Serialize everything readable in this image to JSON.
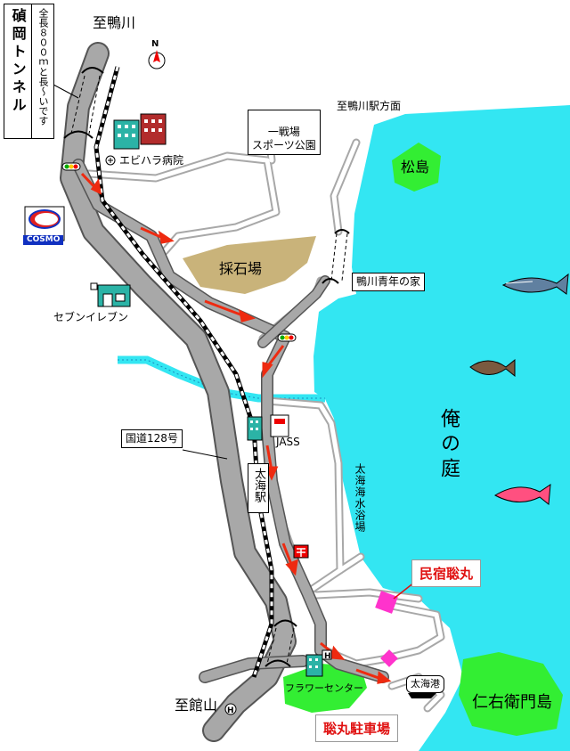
{
  "tunnel": {
    "name": "碵岡トンネル",
    "note": "全長８００ｍと長～いです"
  },
  "directions": {
    "kamogawa": "至鴨川",
    "kamogawa_station": "至鴨川駅方面",
    "tateyama": "至館山"
  },
  "places": {
    "ebihara": "エビハラ病院",
    "seven": "セブンイレブン",
    "cosmo": "COSMO",
    "quarry": "採石場",
    "sports": "一戦場\nスポーツ公園",
    "youth_house": "鴨川青年の家",
    "jass": "JASS",
    "route": "国道128号",
    "station": "太海駅",
    "beach": "太海海水浴場",
    "flower": "フラワーセンター",
    "port": "太海港"
  },
  "sea": {
    "name": "俺の庭",
    "matsushima": "松島",
    "niemon": "仁右衛門島"
  },
  "highlights": {
    "inn": "民宿聡丸",
    "parking": "聡丸駐車場"
  },
  "colors": {
    "sea": "#33e6f2",
    "island": "#33ee33",
    "road": "#a8a8a8",
    "quarry": "#c9b37a",
    "route_arrow": "#ee2a10",
    "marker": "#ff33cc"
  }
}
